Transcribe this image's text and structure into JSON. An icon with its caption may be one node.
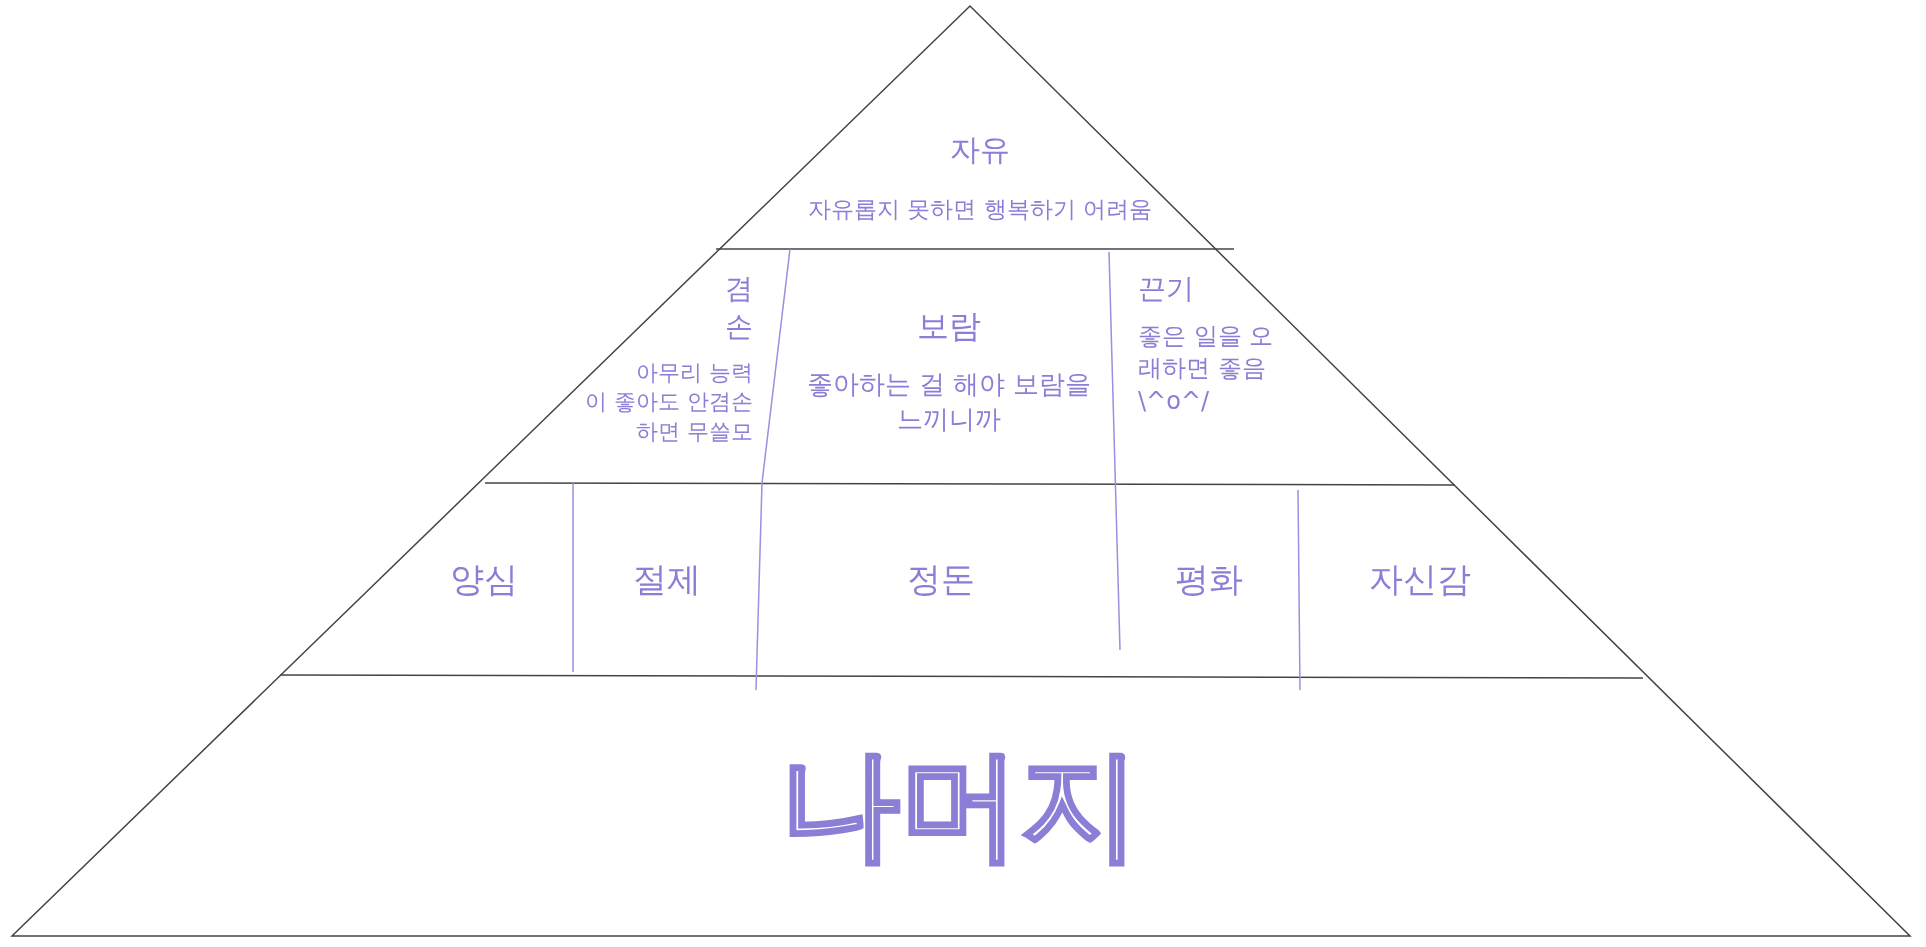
{
  "diagram": {
    "nodes": [
      {
        "text": [
          "자유",
          "자유롭지 못하면 행복하기 어려움"
        ]
      },
      {
        "text": [
          "겸손",
          "아무리 능력이 좋아도 안겸손하면 무쓸모"
        ]
      },
      {
        "text": [
          "보람",
          "좋아하는 걸 해야 보람을 느끼니까"
        ]
      },
      {
        "text": [
          "끈기",
          "좋은 일을 오래하면 좋음 \\^o^/"
        ]
      },
      {
        "text": [
          "양심"
        ]
      },
      {
        "text": [
          "절제"
        ]
      },
      {
        "text": [
          "정돈"
        ]
      },
      {
        "text": [
          "평화"
        ]
      },
      {
        "text": [
          "자신감"
        ]
      },
      {
        "text": [
          "나머지"
        ]
      }
    ]
  }
}
